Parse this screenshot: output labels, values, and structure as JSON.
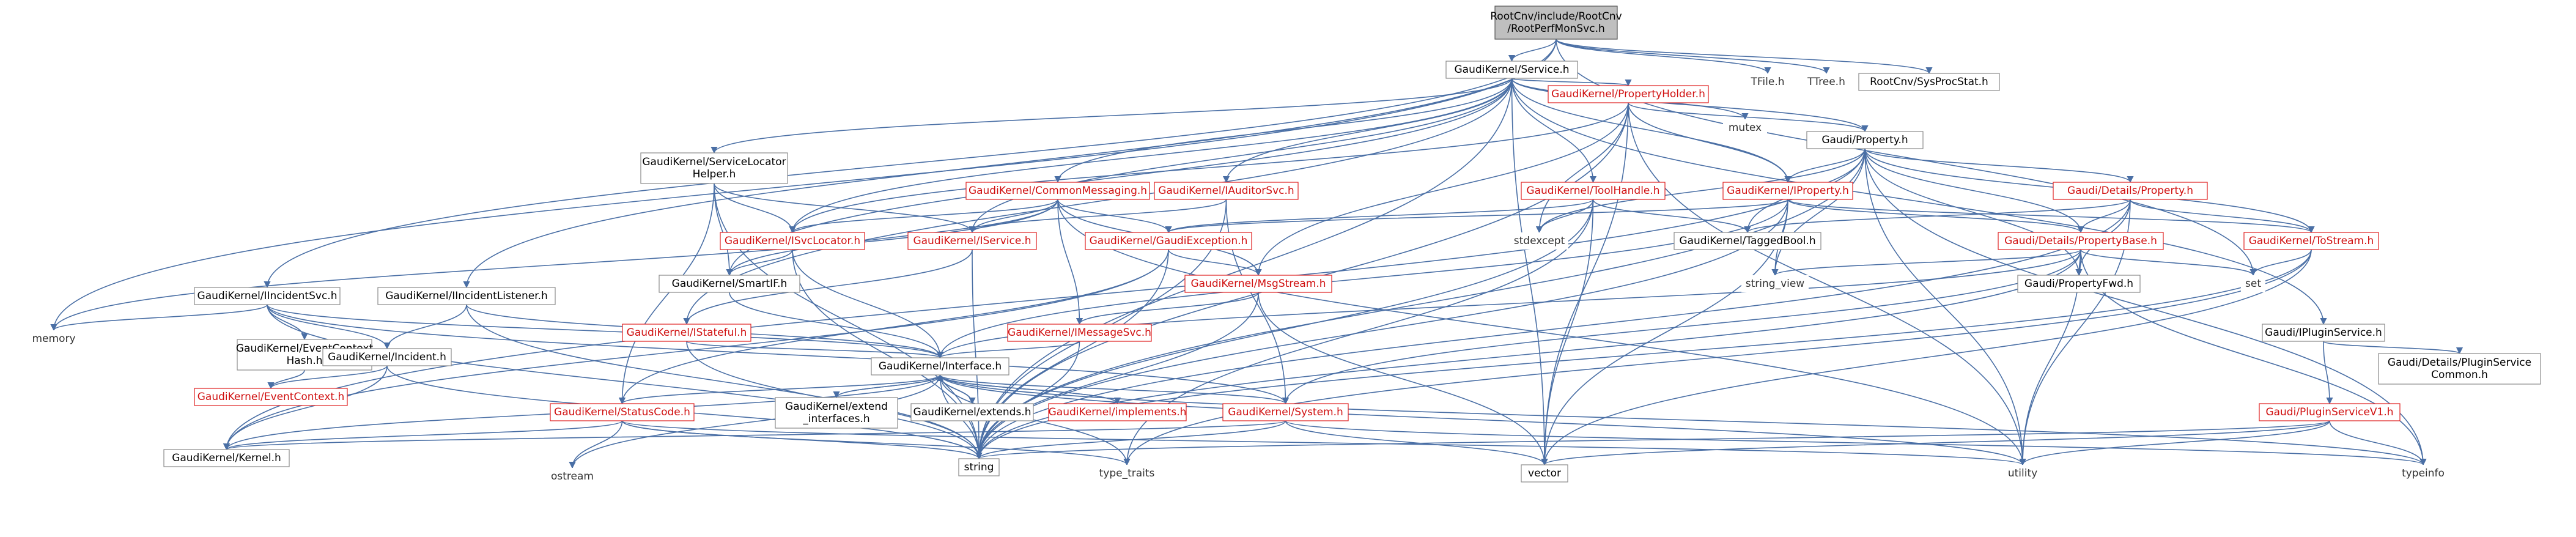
{
  "graph": {
    "nodes": [
      {
        "id": "root",
        "lines": [
          "RootCnv/include/RootCnv",
          "/RootPerfMonSvc.h"
        ],
        "style": "root"
      },
      {
        "id": "service",
        "lines": [
          "GaudiKernel/Service.h"
        ],
        "style": "black"
      },
      {
        "id": "tfile",
        "lines": [
          "TFile.h"
        ],
        "style": "nobox"
      },
      {
        "id": "ttree",
        "lines": [
          "TTree.h"
        ],
        "style": "nobox"
      },
      {
        "id": "sysproc",
        "lines": [
          "RootCnv/SysProcStat.h"
        ],
        "style": "black"
      },
      {
        "id": "propholder",
        "lines": [
          "GaudiKernel/PropertyHolder.h"
        ],
        "style": "red"
      },
      {
        "id": "mutex",
        "lines": [
          "mutex"
        ],
        "style": "nobox"
      },
      {
        "id": "gproperty",
        "lines": [
          "Gaudi/Property.h"
        ],
        "style": "black"
      },
      {
        "id": "svclocatorhelper",
        "lines": [
          "GaudiKernel/ServiceLocator",
          "Helper.h"
        ],
        "style": "black"
      },
      {
        "id": "commonmsg",
        "lines": [
          "GaudiKernel/CommonMessaging.h"
        ],
        "style": "red"
      },
      {
        "id": "iauditorsvc",
        "lines": [
          "GaudiKernel/IAuditorSvc.h"
        ],
        "style": "red"
      },
      {
        "id": "toolhandle",
        "lines": [
          "GaudiKernel/ToolHandle.h"
        ],
        "style": "red"
      },
      {
        "id": "iproperty",
        "lines": [
          "GaudiKernel/IProperty.h"
        ],
        "style": "red"
      },
      {
        "id": "detailsproperty",
        "lines": [
          "Gaudi/Details/Property.h"
        ],
        "style": "red"
      },
      {
        "id": "isvclocator",
        "lines": [
          "GaudiKernel/ISvcLocator.h"
        ],
        "style": "red"
      },
      {
        "id": "iservice",
        "lines": [
          "GaudiKernel/IService.h"
        ],
        "style": "red"
      },
      {
        "id": "gaudiexception",
        "lines": [
          "GaudiKernel/GaudiException.h"
        ],
        "style": "red"
      },
      {
        "id": "stdexcept",
        "lines": [
          "stdexcept"
        ],
        "style": "nobox"
      },
      {
        "id": "taggedbool",
        "lines": [
          "GaudiKernel/TaggedBool.h"
        ],
        "style": "black"
      },
      {
        "id": "propertybase",
        "lines": [
          "Gaudi/Details/PropertyBase.h"
        ],
        "style": "red"
      },
      {
        "id": "tostream",
        "lines": [
          "GaudiKernel/ToStream.h"
        ],
        "style": "red"
      },
      {
        "id": "smartif",
        "lines": [
          "GaudiKernel/SmartIF.h"
        ],
        "style": "black"
      },
      {
        "id": "msgstream",
        "lines": [
          "GaudiKernel/MsgStream.h"
        ],
        "style": "red"
      },
      {
        "id": "stringview",
        "lines": [
          "string_view"
        ],
        "style": "nobox"
      },
      {
        "id": "propertyfwd",
        "lines": [
          "Gaudi/PropertyFwd.h"
        ],
        "style": "black"
      },
      {
        "id": "set",
        "lines": [
          "set"
        ],
        "style": "nobox"
      },
      {
        "id": "iincidentsvc",
        "lines": [
          "GaudiKernel/IIncidentSvc.h"
        ],
        "style": "black"
      },
      {
        "id": "iincidentlistener",
        "lines": [
          "GaudiKernel/IIncidentListener.h"
        ],
        "style": "black"
      },
      {
        "id": "istateful",
        "lines": [
          "GaudiKernel/IStateful.h"
        ],
        "style": "red"
      },
      {
        "id": "imessagesvc",
        "lines": [
          "GaudiKernel/IMessageSvc.h"
        ],
        "style": "red"
      },
      {
        "id": "ipluginservice",
        "lines": [
          "Gaudi/IPluginService.h"
        ],
        "style": "black"
      },
      {
        "id": "memory",
        "lines": [
          "memory"
        ],
        "style": "nobox"
      },
      {
        "id": "eventcontexthash",
        "lines": [
          "GaudiKernel/EventContext",
          "Hash.h"
        ],
        "style": "black"
      },
      {
        "id": "incident",
        "lines": [
          "GaudiKernel/Incident.h"
        ],
        "style": "black"
      },
      {
        "id": "interface",
        "lines": [
          "GaudiKernel/Interface.h"
        ],
        "style": "black"
      },
      {
        "id": "details_plugin",
        "lines": [
          "Gaudi/Details/PluginService",
          "Common.h"
        ],
        "style": "black"
      },
      {
        "id": "eventcontext",
        "lines": [
          "GaudiKernel/EventContext.h"
        ],
        "style": "red"
      },
      {
        "id": "statuscode",
        "lines": [
          "GaudiKernel/StatusCode.h"
        ],
        "style": "red"
      },
      {
        "id": "extend",
        "lines": [
          "GaudiKernel/extend",
          "_interfaces.h"
        ],
        "style": "black"
      },
      {
        "id": "extends",
        "lines": [
          "GaudiKernel/extends.h"
        ],
        "style": "black"
      },
      {
        "id": "implements",
        "lines": [
          "GaudiKernel/implements.h"
        ],
        "style": "red"
      },
      {
        "id": "system",
        "lines": [
          "GaudiKernel/System.h"
        ],
        "style": "red"
      },
      {
        "id": "ipluginv1",
        "lines": [
          "Gaudi/PluginServiceV1.h"
        ],
        "style": "red"
      },
      {
        "id": "kernel",
        "lines": [
          "GaudiKernel/Kernel.h"
        ],
        "style": "black"
      },
      {
        "id": "ostream",
        "lines": [
          "ostream"
        ],
        "style": "nobox"
      },
      {
        "id": "string",
        "lines": [
          "string"
        ],
        "style": "black"
      },
      {
        "id": "typetraits",
        "lines": [
          "type_traits"
        ],
        "style": "nobox"
      },
      {
        "id": "vector",
        "lines": [
          "vector"
        ],
        "style": "black"
      },
      {
        "id": "utility",
        "lines": [
          "utility"
        ],
        "style": "nobox"
      },
      {
        "id": "typeinfo",
        "lines": [
          "typeinfo"
        ],
        "style": "nobox"
      }
    ],
    "edges": [
      [
        "root",
        "service"
      ],
      [
        "root",
        "tfile"
      ],
      [
        "root",
        "ttree"
      ],
      [
        "root",
        "sysproc"
      ],
      [
        "root",
        "iincidentsvc"
      ],
      [
        "root",
        "iincidentlistener"
      ],
      [
        "root",
        "memory"
      ],
      [
        "root",
        "set"
      ],
      [
        "service",
        "propholder"
      ],
      [
        "service",
        "mutex"
      ],
      [
        "service",
        "gproperty"
      ],
      [
        "service",
        "svclocatorhelper"
      ],
      [
        "service",
        "commonmsg"
      ],
      [
        "service",
        "iauditorsvc"
      ],
      [
        "service",
        "toolhandle"
      ],
      [
        "service",
        "iproperty"
      ],
      [
        "service",
        "isvclocator"
      ],
      [
        "service",
        "iservice"
      ],
      [
        "service",
        "smartif"
      ],
      [
        "service",
        "istateful"
      ],
      [
        "service",
        "ipluginservice"
      ],
      [
        "service",
        "vector"
      ],
      [
        "service",
        "string"
      ],
      [
        "propholder",
        "gproperty"
      ],
      [
        "propholder",
        "iproperty"
      ],
      [
        "propholder",
        "isvclocator"
      ],
      [
        "propholder",
        "msgstream"
      ],
      [
        "propholder",
        "stdexcept"
      ],
      [
        "propholder",
        "string"
      ],
      [
        "propholder",
        "utility"
      ],
      [
        "propholder",
        "vector"
      ],
      [
        "gproperty",
        "detailsproperty"
      ],
      [
        "gproperty",
        "propertybase"
      ],
      [
        "gproperty",
        "iproperty"
      ],
      [
        "gproperty",
        "taggedbool"
      ],
      [
        "gproperty",
        "tostream"
      ],
      [
        "gproperty",
        "propertyfwd"
      ],
      [
        "gproperty",
        "stdexcept"
      ],
      [
        "gproperty",
        "string"
      ],
      [
        "gproperty",
        "stringview"
      ],
      [
        "gproperty",
        "typeinfo"
      ],
      [
        "gproperty",
        "utility"
      ],
      [
        "gproperty",
        "kernel"
      ],
      [
        "svclocatorhelper",
        "isvclocator"
      ],
      [
        "svclocatorhelper",
        "iservice"
      ],
      [
        "svclocatorhelper",
        "smartif"
      ],
      [
        "svclocatorhelper",
        "statuscode"
      ],
      [
        "svclocatorhelper",
        "string"
      ],
      [
        "commonmsg",
        "isvclocator"
      ],
      [
        "commonmsg",
        "iservice"
      ],
      [
        "commonmsg",
        "msgstream"
      ],
      [
        "commonmsg",
        "imessagesvc"
      ],
      [
        "commonmsg",
        "gaudiexception"
      ],
      [
        "commonmsg",
        "smartif"
      ],
      [
        "commonmsg",
        "memory"
      ],
      [
        "commonmsg",
        "utility"
      ],
      [
        "iauditorsvc",
        "iservice"
      ],
      [
        "iauditorsvc",
        "system"
      ],
      [
        "iauditorsvc",
        "string"
      ],
      [
        "toolhandle",
        "gaudiexception"
      ],
      [
        "toolhandle",
        "taggedbool"
      ],
      [
        "toolhandle",
        "stdexcept"
      ],
      [
        "toolhandle",
        "string"
      ],
      [
        "toolhandle",
        "vector"
      ],
      [
        "toolhandle",
        "typetraits"
      ],
      [
        "iproperty",
        "interface"
      ],
      [
        "iproperty",
        "propertybase"
      ],
      [
        "iproperty",
        "tostream"
      ],
      [
        "iproperty",
        "gaudiexception"
      ],
      [
        "iproperty",
        "string"
      ],
      [
        "iproperty",
        "stringview"
      ],
      [
        "iproperty",
        "vector"
      ],
      [
        "detailsproperty",
        "propertybase"
      ],
      [
        "detailsproperty",
        "tostream"
      ],
      [
        "detailsproperty",
        "taggedbool"
      ],
      [
        "detailsproperty",
        "propertyfwd"
      ],
      [
        "detailsproperty",
        "string"
      ],
      [
        "detailsproperty",
        "utility"
      ],
      [
        "isvclocator",
        "interface"
      ],
      [
        "isvclocator",
        "smartif"
      ],
      [
        "isvclocator",
        "string"
      ],
      [
        "iservice",
        "istateful"
      ],
      [
        "iservice",
        "string"
      ],
      [
        "gaudiexception",
        "msgstream"
      ],
      [
        "gaudiexception",
        "statuscode"
      ],
      [
        "gaudiexception",
        "kernel"
      ],
      [
        "gaudiexception",
        "string"
      ],
      [
        "propertybase",
        "propertyfwd"
      ],
      [
        "propertybase",
        "system"
      ],
      [
        "propertybase",
        "string"
      ],
      [
        "propertybase",
        "set"
      ],
      [
        "propertybase",
        "typeinfo"
      ],
      [
        "propertybase",
        "stringview"
      ],
      [
        "propertybase",
        "utility"
      ],
      [
        "propertybase",
        "interface"
      ],
      [
        "tostream",
        "set"
      ],
      [
        "tostream",
        "vector"
      ],
      [
        "tostream",
        "string"
      ],
      [
        "tostream",
        "typetraits"
      ],
      [
        "smartif",
        "interface"
      ],
      [
        "msgstream",
        "imessagesvc"
      ],
      [
        "msgstream",
        "string"
      ],
      [
        "msgstream",
        "vector"
      ],
      [
        "iincidentsvc",
        "interface"
      ],
      [
        "iincidentsvc",
        "eventcontexthash"
      ],
      [
        "iincidentsvc",
        "incident"
      ],
      [
        "iincidentsvc",
        "memory"
      ],
      [
        "iincidentsvc",
        "string"
      ],
      [
        "iincidentsvc",
        "system"
      ],
      [
        "iincidentlistener",
        "interface"
      ],
      [
        "iincidentlistener",
        "incident"
      ],
      [
        "iincidentlistener",
        "string"
      ],
      [
        "istateful",
        "interface"
      ],
      [
        "istateful",
        "string"
      ],
      [
        "imessagesvc",
        "interface"
      ],
      [
        "imessagesvc",
        "string"
      ],
      [
        "ipluginservice",
        "ipluginv1"
      ],
      [
        "ipluginservice",
        "details_plugin"
      ],
      [
        "eventcontexthash",
        "eventcontext"
      ],
      [
        "incident",
        "eventcontext"
      ],
      [
        "incident",
        "kernel"
      ],
      [
        "incident",
        "string"
      ],
      [
        "interface",
        "statuscode"
      ],
      [
        "interface",
        "extend"
      ],
      [
        "interface",
        "extends"
      ],
      [
        "interface",
        "implements"
      ],
      [
        "interface",
        "system"
      ],
      [
        "interface",
        "kernel"
      ],
      [
        "interface",
        "ostream"
      ],
      [
        "interface",
        "string"
      ],
      [
        "interface",
        "typetraits"
      ],
      [
        "interface",
        "typeinfo"
      ],
      [
        "interface",
        "utility"
      ],
      [
        "statuscode",
        "kernel"
      ],
      [
        "statuscode",
        "ostream"
      ],
      [
        "statuscode",
        "string"
      ],
      [
        "statuscode",
        "typetraits"
      ],
      [
        "statuscode",
        "utility"
      ],
      [
        "extend",
        "interface"
      ],
      [
        "extends",
        "interface"
      ],
      [
        "implements",
        "interface"
      ],
      [
        "system",
        "kernel"
      ],
      [
        "system",
        "string"
      ],
      [
        "system",
        "vector"
      ],
      [
        "system",
        "typeinfo"
      ],
      [
        "ipluginv1",
        "string"
      ],
      [
        "ipluginv1",
        "typeinfo"
      ],
      [
        "ipluginv1",
        "utility"
      ],
      [
        "ipluginv1",
        "vector"
      ]
    ]
  }
}
